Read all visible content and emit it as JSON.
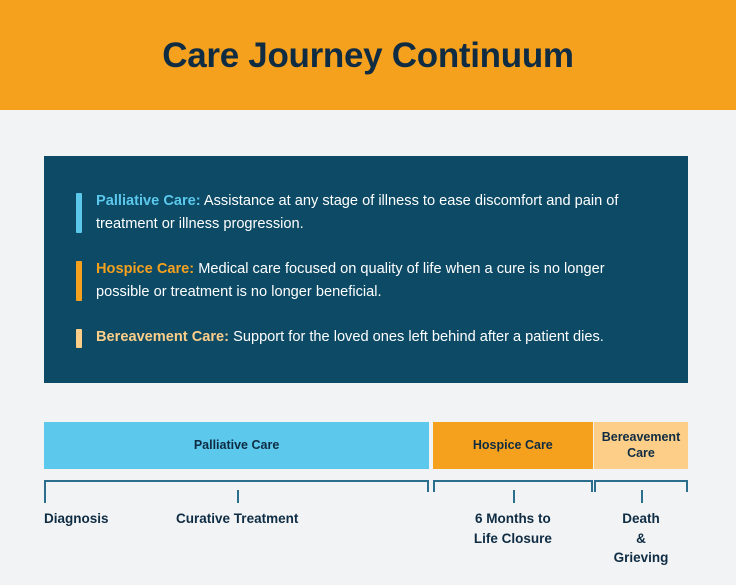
{
  "header": {
    "title": "Care Journey Continuum",
    "background_color": "#f5a11e",
    "title_color": "#0f2c43"
  },
  "page": {
    "background_color": "#f1f3f5"
  },
  "panel": {
    "background_color": "#0c4a66",
    "items": [
      {
        "term": "Palliative Care:",
        "description": " Assistance at any stage of illness to ease discomfort and pain of treatment or illness progression.",
        "accent_color": "#5bc8ec",
        "term_color": "#5bc8ec"
      },
      {
        "term": "Hospice Care:",
        "description": " Medical care focused on quality of life when a cure is no longer possible or treatment is no longer beneficial.",
        "accent_color": "#f5a11e",
        "term_color": "#f5a11e"
      },
      {
        "term": "Bereavement Care:",
        "description": " Support for the loved ones left behind after a patient dies.",
        "accent_color": "#fcce87",
        "term_color": "#fcce87"
      }
    ]
  },
  "chart_data": {
    "type": "bar",
    "title": "Care Journey Continuum",
    "orientation": "horizontal-timeline",
    "categories": [
      "Palliative Care",
      "Hospice Care",
      "Bereavement Care"
    ],
    "values": [
      59.8,
      24.8,
      14.6
    ],
    "xlabel": "",
    "ylabel": "",
    "segments": [
      {
        "label": "Palliative Care",
        "color": "#5bc8ec",
        "text_color": "#0f2c43",
        "left_pct": 0,
        "width_pct": 59.8,
        "markers": [
          {
            "label": "Diagnosis",
            "position_pct": 0,
            "tick": "full"
          },
          {
            "label": "Curative Treatment",
            "position_pct": 30,
            "tick": "down"
          }
        ]
      },
      {
        "label": "Hospice Care",
        "color": "#f5a11e",
        "text_color": "#0f2c43",
        "left_pct": 60.4,
        "width_pct": 24.8,
        "markers": [
          {
            "label": "6 Months to\nLife Closure",
            "position_pct": 72.8,
            "tick": "down"
          }
        ]
      },
      {
        "label": "Bereavement\nCare",
        "color": "#fcce87",
        "text_color": "#0f2c43",
        "left_pct": 85.4,
        "width_pct": 14.6,
        "markers": [
          {
            "label": "Death\n& Grieving",
            "position_pct": 92.7,
            "tick": "down"
          }
        ]
      }
    ],
    "axis_color": "#2c6e8e"
  }
}
